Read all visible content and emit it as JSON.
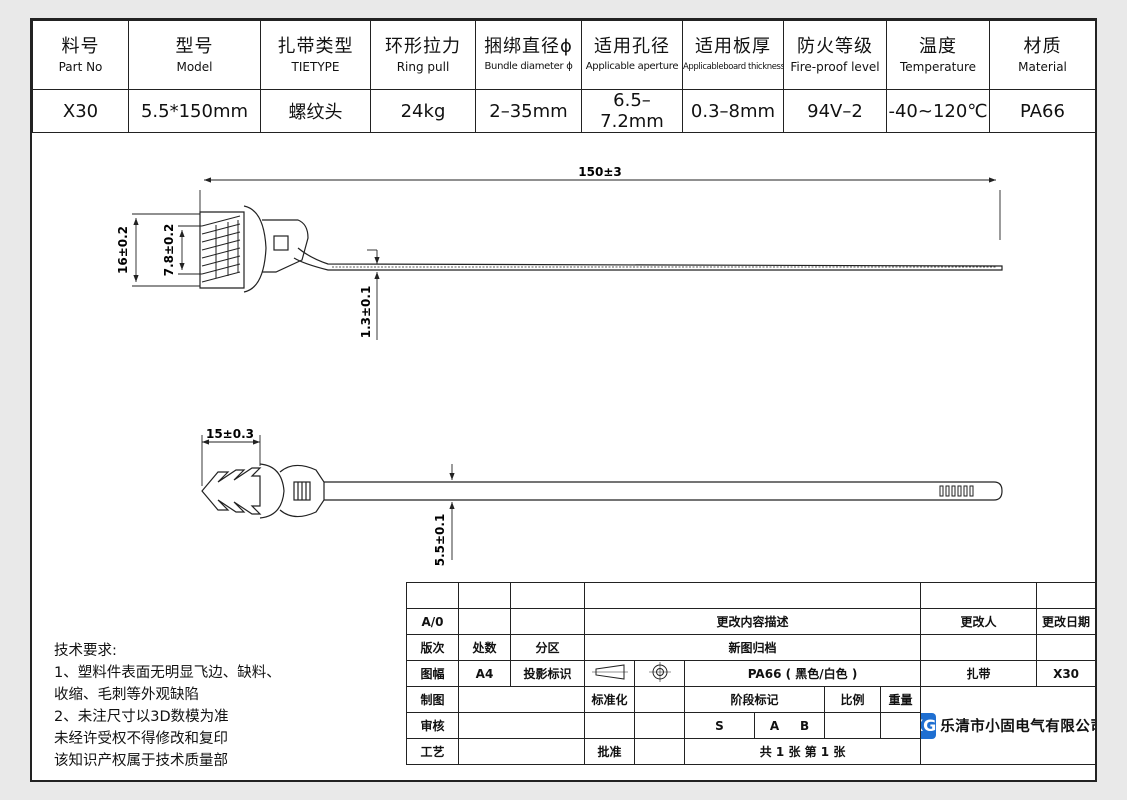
{
  "spec_table": {
    "headers": [
      {
        "zh": "料号",
        "en": "Part No"
      },
      {
        "zh": "型号",
        "en": "Model"
      },
      {
        "zh": "扎带类型",
        "en": "TIETYPE"
      },
      {
        "zh": "环形拉力",
        "en": "Ring pull"
      },
      {
        "zh": "捆绑直径ϕ",
        "en": "Bundle diameter ϕ"
      },
      {
        "zh": "适用孔径",
        "en": "Applicable aperture"
      },
      {
        "zh": "适用板厚",
        "en": "Applicableboard thickness"
      },
      {
        "zh": "防火等级",
        "en": "Fire-proof level"
      },
      {
        "zh": "温度",
        "en": "Temperature"
      },
      {
        "zh": "材质",
        "en": "Material"
      }
    ],
    "values": [
      "X30",
      "5.5*150mm",
      "螺纹头",
      "24kg",
      "2–35mm",
      "6.5–7.2mm",
      "0.3–8mm",
      "94V–2",
      "-40~120℃",
      "PA66"
    ]
  },
  "drawing": {
    "dims": {
      "overall_length": "150±3",
      "head_height": "16±0.2",
      "barb_height": "7.8±0.2",
      "strap_thickness": "1.3±0.1",
      "head_length": "15±0.3",
      "strap_width": "5.5±0.1"
    }
  },
  "notes": {
    "title": "技术要求:",
    "lines": [
      "1、塑料件表面无明显飞边、缺料、",
      "收缩、毛刺等外观缺陷",
      "2、未注尺寸以3D数模为准",
      "未经许受权不得修改和复印",
      "该知识产权属于技术质量部"
    ]
  },
  "title_block": {
    "a0": "A/0",
    "change_desc": "更改内容描述",
    "changer": "更改人",
    "change_date": "更改日期",
    "revision": "版次",
    "division": "处数",
    "zone": "分区",
    "new_archive": "新图归档",
    "sheet_size_label": "图幅",
    "sheet_size": "A4",
    "projection_label": "投影标识",
    "material": "PA66 ( 黑色/白色 )",
    "part_name": "扎带",
    "part_code": "X30",
    "drawn": "制图",
    "standardization": "标准化",
    "stage_mark": "阶段标记",
    "scale": "比例",
    "weight": "重量",
    "review": "审核",
    "stage_s": "S",
    "stage_a": "A",
    "stage_b": "B",
    "process": "工艺",
    "approve": "批准",
    "sheets": "共 1 张   第 1 张",
    "company": "乐清市小固电气有限公司",
    "logo_text": "XG"
  }
}
